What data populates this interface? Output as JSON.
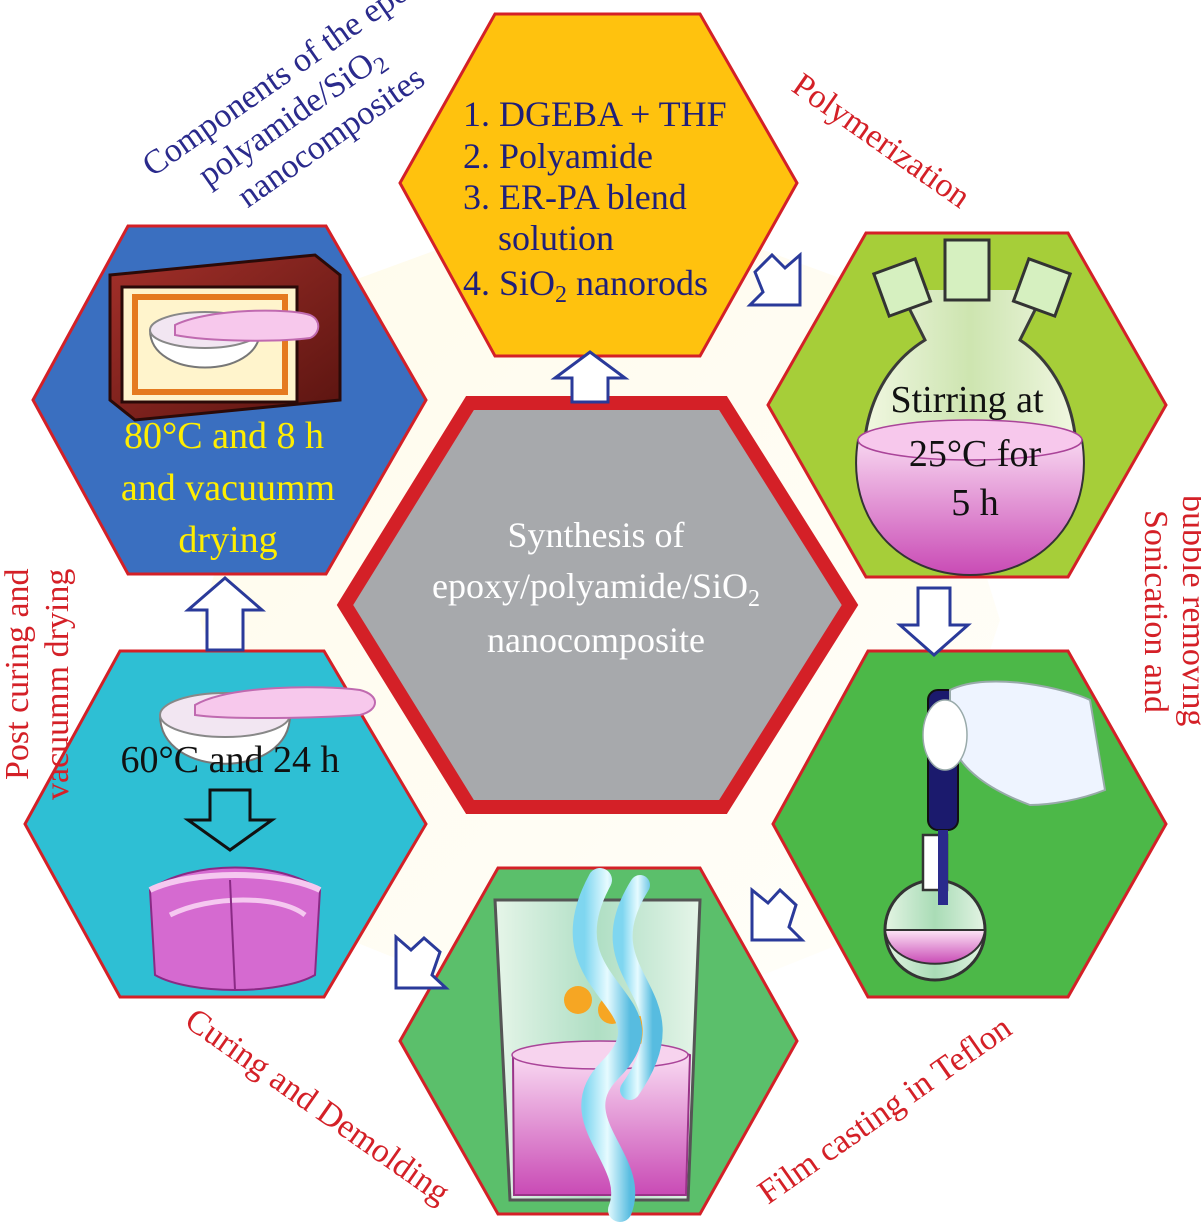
{
  "center": {
    "line1": "Synthesis of",
    "line2_main": "epoxy/polyamide/SiO",
    "line2_sub": "2",
    "line3": "nanocomposite"
  },
  "components": {
    "item1": "1. DGEBA + THF",
    "item2": "2. Polyamide",
    "item3a": "3. ER-PA blend",
    "item3b": "solution",
    "item4_pre": "4. SiO",
    "item4_sub": "2",
    "item4_post": " nanorods"
  },
  "stirring": {
    "line1": "Stirring at",
    "line2": "25°C for",
    "line3": "5 h"
  },
  "postcure": {
    "line1": "80°C and 8 h",
    "line2": "and vacuumm",
    "line3": "drying"
  },
  "cure": {
    "line1": "60°C and 24 h"
  },
  "captions": {
    "components_line1": "Components of the epoxy/",
    "components_line2_main": "polyamide/SiO",
    "components_line2_sub": "2",
    "components_line3": "nanocomposites",
    "polymerization": "Polymerization",
    "sonication_line1": "Sonication and",
    "sonication_line2": "bubble removing",
    "film_casting": "Film casting in Teflon",
    "curing": "Curing and Demolding",
    "post_curing_line1": "Post curing and",
    "post_curing_line2": "vacuumm drying"
  },
  "colors": {
    "top_hex": "#ffc20e",
    "right_top_hex": "#a6ce39",
    "right_bottom_hex": "#4cb848",
    "bottom_hex": "#5bbf6b",
    "left_bottom_hex": "#2ebfd4",
    "left_top_hex": "#3a6fc0",
    "center_hex": "#a7a9ac",
    "hex_border": "#d42027"
  }
}
